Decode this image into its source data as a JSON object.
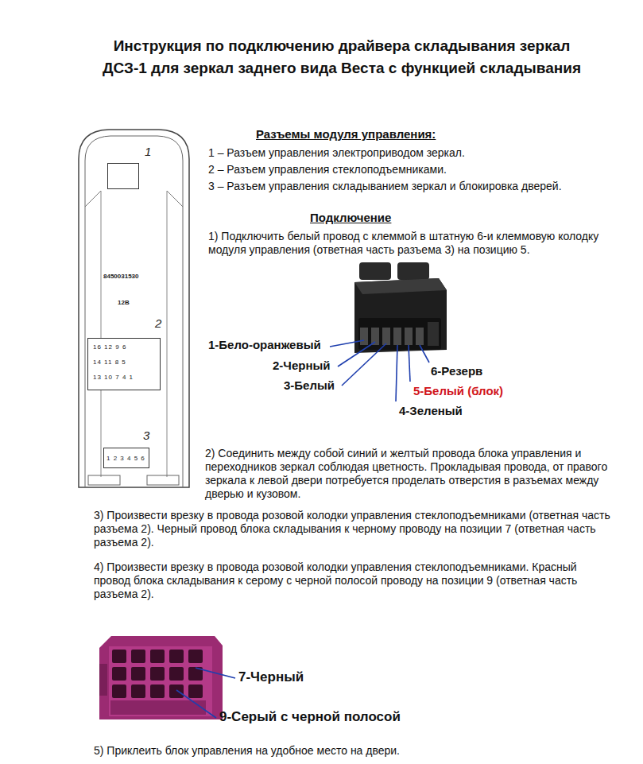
{
  "diagram": {
    "title": "Инструкция по подключению драйвера складывания зеркал ДСЗ-1 для зеркал заднего вида Веста с функцией складывания",
    "nodes": [
      {
        "text": [
          "8450031530",
          "12В"
        ]
      },
      {
        "text": [
          "1"
        ],
        "in": 0
      },
      {
        "text": [
          "2",
          "16 12 9 6",
          "14 11 8 5",
          "13 10 7 4 1"
        ],
        "in": 0
      },
      {
        "text": [
          "3",
          "1 2 3 4 5 6"
        ],
        "in": 0
      }
    ],
    "edges": [],
    "labels": [
      "Разъемы модуля управления:",
      "1 – Разъем управления электроприводом зеркал.",
      "2 – Разъем управления стеклоподъемниками.",
      "3 – Разъем управления складыванием зеркал и блокировка дверей.",
      "Подключение",
      "1) Подключить белый провод с клеммой в штатную 6-и клеммовую колодку модуля управления (ответная часть разъема 3) на позицию 5.",
      "1-Бело-оранжевый",
      "2-Черный",
      "3-Белый",
      "6-Резерв",
      "5-Белый (блок)",
      "4-Зеленый",
      "2) Соединить между собой синий и желтый провода блока управления и переходников зеркал соблюдая цветность. Прокладывая провода, от правого зеркала к левой двери потребуется проделать отверстия в разъемах между дверью и кузовом.",
      "3) Произвести врезку в провода розовой колодки управления стеклоподъемниками (ответная часть разъема 2). Черный провод блока складывания к черному проводу на позиции 7 (ответная часть разъема 2).",
      "4) Произвести врезку в провода розовой колодки управления стеклоподъемниками. Красный провод блока складывания к серому с черной полосой проводу на позиции 9 (ответная часть разъема 2).",
      "7-Черный",
      "9-Серый с черной полосой",
      "5) Приклеить блок управления на удобное место на двери."
    ]
  }
}
